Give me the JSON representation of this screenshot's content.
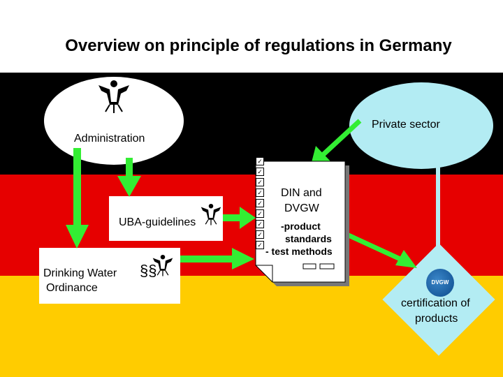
{
  "title": "Overview on principle of regulations in Germany",
  "colors": {
    "flag_black": "#000000",
    "flag_red": "#e60000",
    "flag_gold": "#ffcc00",
    "arrow_green": "#33ee33",
    "light_blue": "#b3ecf3"
  },
  "nodes": {
    "administration": {
      "label": "Administration",
      "icon": "federal-eagle-icon"
    },
    "private_sector": {
      "label": "Private sector"
    },
    "uba_guidelines": {
      "label": "UBA-guidelines",
      "icon": "federal-eagle-icon"
    },
    "drinking_water": {
      "label_line1": "Drinking Water",
      "label_line2": "Ordinance",
      "symbol": "§§",
      "icon": "federal-eagle-icon"
    },
    "din_doc": {
      "line1": "DIN and",
      "line2": "DVGW",
      "line3": "-product",
      "line4": "standards",
      "line5": "- test methods",
      "checkbox_count": 9,
      "icon": "checkbox-icon"
    },
    "certification": {
      "line1": "certification of",
      "line2": "products",
      "logo_text": "DVGW"
    }
  }
}
